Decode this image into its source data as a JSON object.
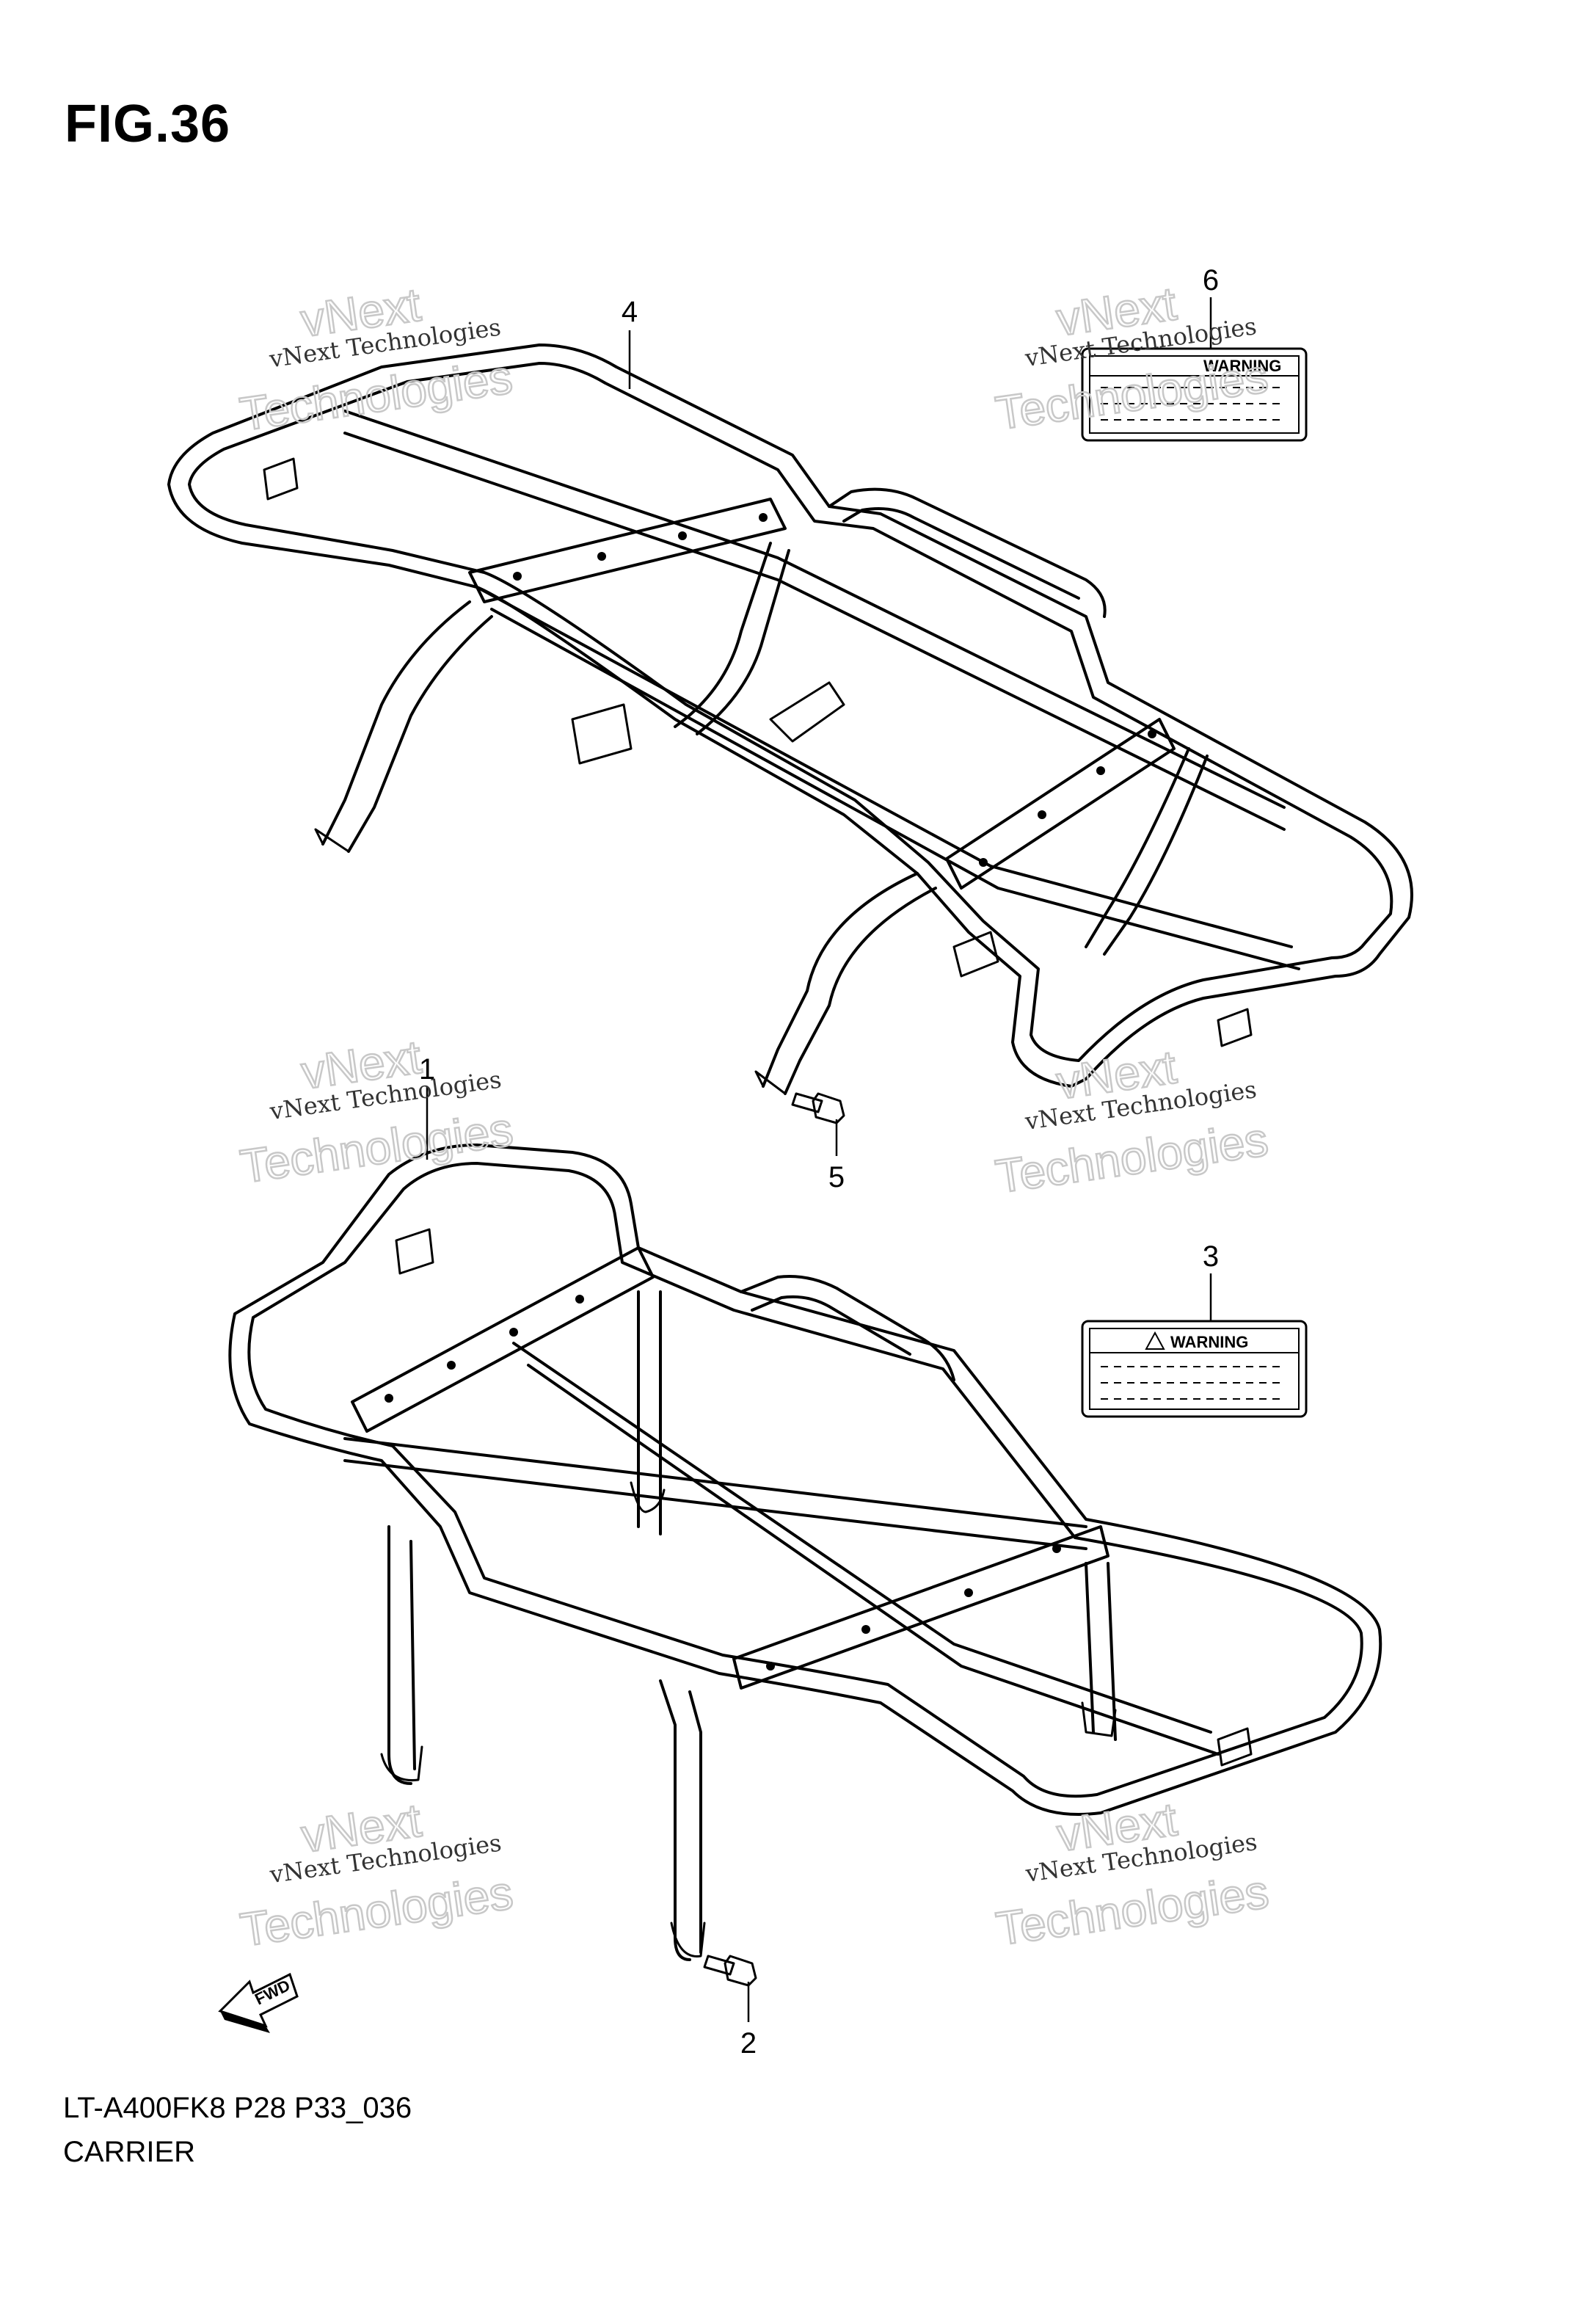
{
  "figure": {
    "title": "FIG.36",
    "model_code": "LT-A400FK8 P28 P33_036",
    "section_name": "CARRIER"
  },
  "callouts": [
    {
      "number": "1",
      "part": "rear carrier"
    },
    {
      "number": "2",
      "part": "rear carrier bolt"
    },
    {
      "number": "3",
      "part": "warning label (rear)"
    },
    {
      "number": "4",
      "part": "front carrier"
    },
    {
      "number": "5",
      "part": "front carrier bolt"
    },
    {
      "number": "6",
      "part": "warning label (front)"
    }
  ],
  "labels": {
    "warning_text": "WARNING",
    "fwd_text": "FWD"
  },
  "watermark": {
    "line1": "vNext Technologies",
    "line2": "vNext",
    "line3": "Technologies"
  }
}
